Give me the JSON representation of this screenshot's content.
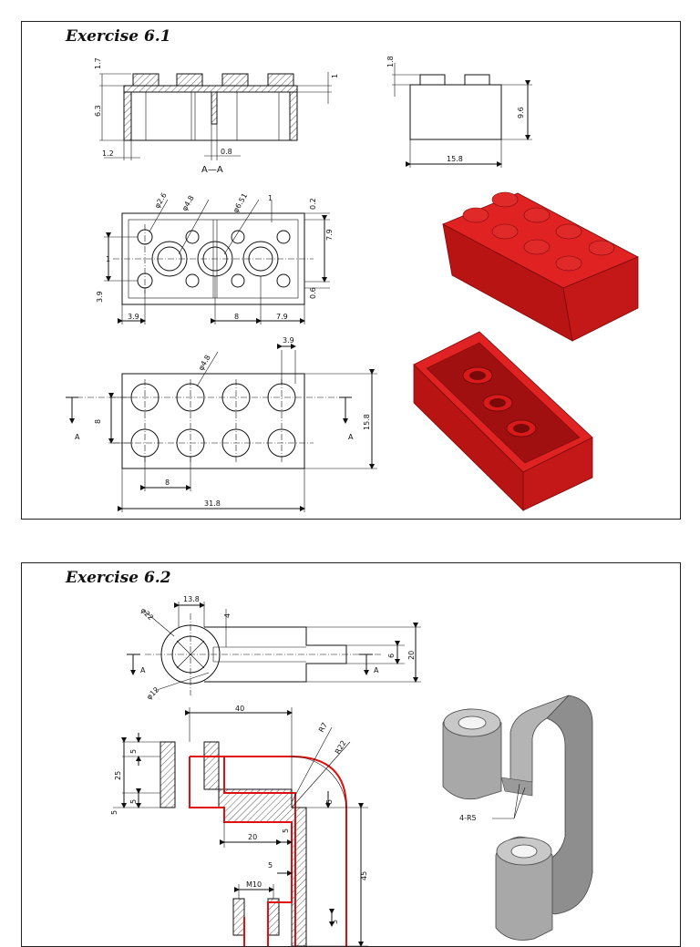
{
  "exercise1": {
    "title": "Exercise 6.1",
    "section_label": "A—A",
    "dims": {
      "d1_7": "1.7",
      "d6_3": "6.3",
      "d1_2": "1.2",
      "d1": "1",
      "d0_8": "0.8",
      "d1_8": "1.8",
      "d9_6": "9.6",
      "d15_8a": "15.8",
      "phi2_6": "φ2.6",
      "phi4_8a": "φ4.8",
      "phi6_51": "φ6.51",
      "d1b": "1",
      "d0_2": "0.2",
      "d7_9a": "7.9",
      "d0_6": "0.6",
      "d1c": "1",
      "d3_9a": "3.9",
      "d3_9b": "3.9",
      "d8a": "8",
      "d7_9b": "7.9",
      "d3_9c": "3.9",
      "phi4_8b": "φ4.8",
      "d8b": "8",
      "d15_8b": "15.8",
      "d8c": "8",
      "d31_8": "31.8"
    },
    "cut_labels": [
      "A",
      "A"
    ],
    "brick_color": "#d81a1a"
  },
  "exercise2": {
    "title": "Exercise 6.2",
    "dims": {
      "d13_8": "13.8",
      "phi22": "φ22",
      "d4": "4",
      "d6": "6",
      "d20a": "20",
      "phi12": "φ12",
      "d40": "40",
      "r7": "R7",
      "r22": "R22",
      "d5a": "5",
      "d25": "25",
      "d5b": "5",
      "d5c": "5",
      "d5d": "5",
      "d20b": "20",
      "d5e": "5",
      "d5f": "5",
      "d45": "45",
      "m10": "M10",
      "d5g": "5"
    },
    "cut_labels": [
      "A",
      "A"
    ],
    "callout": "4-R5",
    "outline_color": "#e01010"
  }
}
